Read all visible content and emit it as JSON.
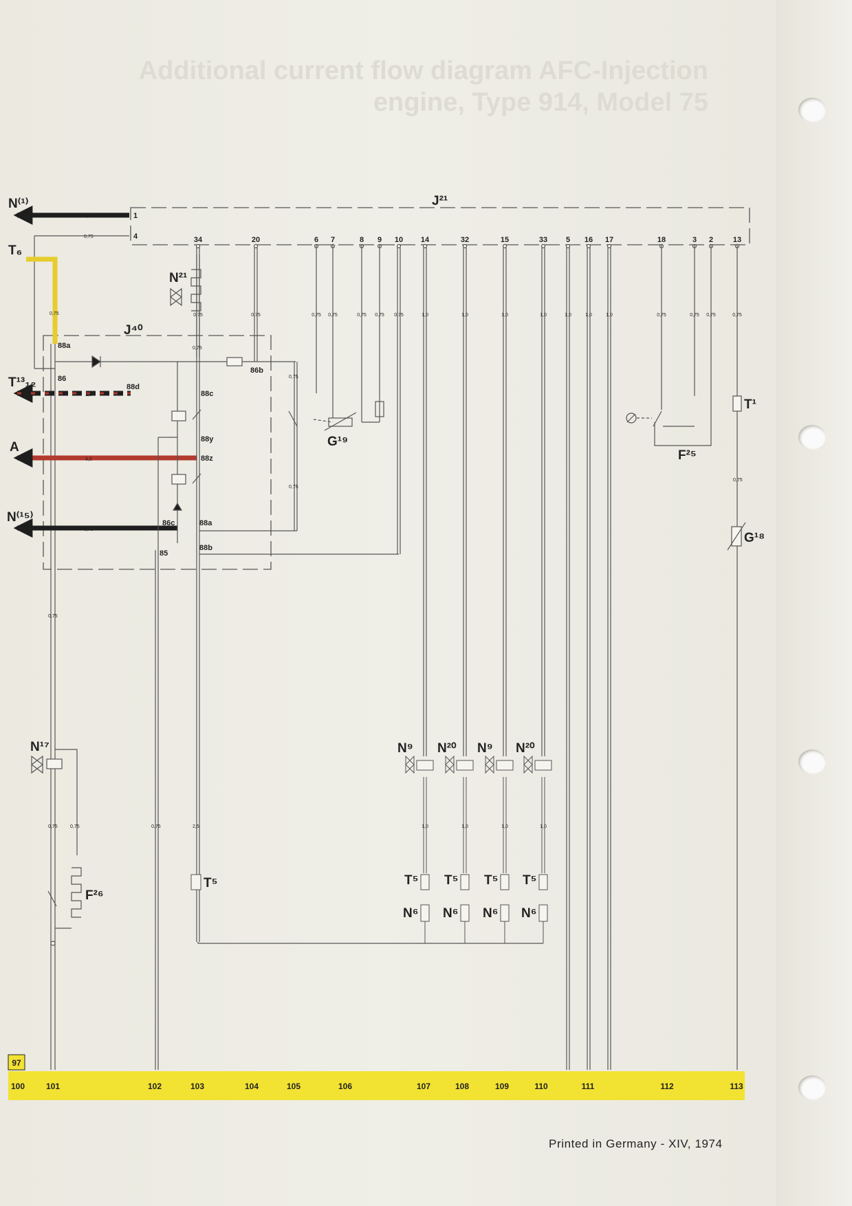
{
  "header": {
    "title_line1": "Additional current flow diagram AFC-Injection",
    "title_line2": "engine, Type 914, Model 75"
  },
  "footer": {
    "imprint": "Printed in Germany - XIV, 1974"
  },
  "sheet_number": "97",
  "rail_numbers": [
    "100",
    "101",
    "102",
    "103",
    "104",
    "105",
    "106",
    "107",
    "108",
    "109",
    "110",
    "111",
    "112",
    "113"
  ],
  "components": {
    "J21": "J²¹",
    "J40": "J⁴⁰",
    "N1": "N⁽¹⁾",
    "N15": "N⁽¹⁵⁾",
    "T6": "T₆",
    "T12": "T¹³₁₂",
    "A": "A",
    "N21": "N²¹",
    "N17": "N¹⁷",
    "F26": "F²⁶",
    "G19": "G¹⁹",
    "F25": "F²⁵",
    "T1": "T¹",
    "G18": "G¹⁸",
    "T5": "T⁵",
    "N9": "N⁹",
    "N20": "N²⁰",
    "N6": "N⁶"
  },
  "connector_pins": [
    "34",
    "20",
    "6",
    "7",
    "8",
    "9",
    "10",
    "14",
    "32",
    "15",
    "33",
    "5",
    "16",
    "17",
    "18",
    "3",
    "2",
    "13"
  ],
  "pins_left": [
    "1",
    "4"
  ],
  "relay_terminals": [
    "88a",
    "86",
    "88c",
    "88d",
    "88y",
    "88z",
    "86c",
    "88a",
    "85",
    "88b",
    "86b"
  ],
  "wire_gauges": {
    "g075": "0,75",
    "g10": "1,0",
    "g40": "4,0",
    "g25": "2,5"
  },
  "colors": {
    "wire_black": "#1e1e1e",
    "wire_red": "#b23a2e",
    "wire_yellow": "#e6cc2e",
    "rail_yellow": "#f2e232",
    "line": "#4a4a4a"
  }
}
